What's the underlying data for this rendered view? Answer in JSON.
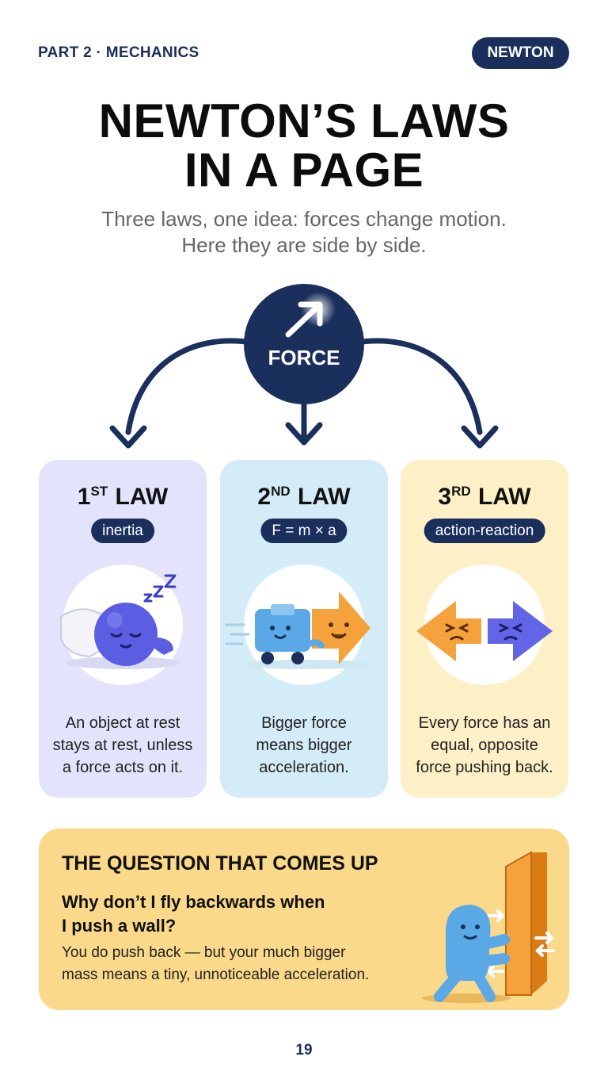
{
  "header": {
    "section_label": "PART 2 · MECHANICS",
    "tag": "NEWTON"
  },
  "title": {
    "line1": "NEWTON’S LAWS",
    "line2": "IN A PAGE"
  },
  "subtitle": {
    "line1": "Three laws, one idea: forces change motion.",
    "line2": "Here they are side by side."
  },
  "diagram": {
    "center_label": "FORCE",
    "center_icon": "arrow-up-right-icon"
  },
  "laws": [
    {
      "num": "1",
      "suffix": "ST",
      "word": "LAW",
      "pill": "inertia",
      "illustration": "sleeping-ball-on-pillow",
      "text_lines": [
        "An object at rest",
        "stays at rest, unless",
        "a force acts on it."
      ]
    },
    {
      "num": "2",
      "suffix": "ND",
      "word": "LAW",
      "pill": "F = m × a",
      "illustration": "arrow-pushing-cart",
      "text_lines": [
        "Bigger force",
        "means bigger",
        "acceleration."
      ]
    },
    {
      "num": "3",
      "suffix": "RD",
      "word": "LAW",
      "pill": "action-reaction",
      "illustration": "two-arrows-pushing",
      "text_lines": [
        "Every force has an",
        "equal, opposite",
        "force pushing back."
      ]
    }
  ],
  "question": {
    "heading": "THE QUESTION THAT COMES UP",
    "question_lines": [
      "Why don’t I fly backwards when",
      "I push a wall?"
    ],
    "answer_lines": [
      "You do push back — but your much bigger",
      "mass means a tiny, unnoticeable acceleration."
    ],
    "illustration": "character-pushing-wall"
  },
  "page_number": "19",
  "colors": {
    "navy": "#1b2f5c",
    "card1_bg": "#e3e4fb",
    "card2_bg": "#d4ecf8",
    "card3_bg": "#fdefc6",
    "question_bg": "#fad98a",
    "purple_char": "#5b5ee3",
    "blue_char": "#5aa9e6",
    "orange_char": "#f6a23c"
  }
}
